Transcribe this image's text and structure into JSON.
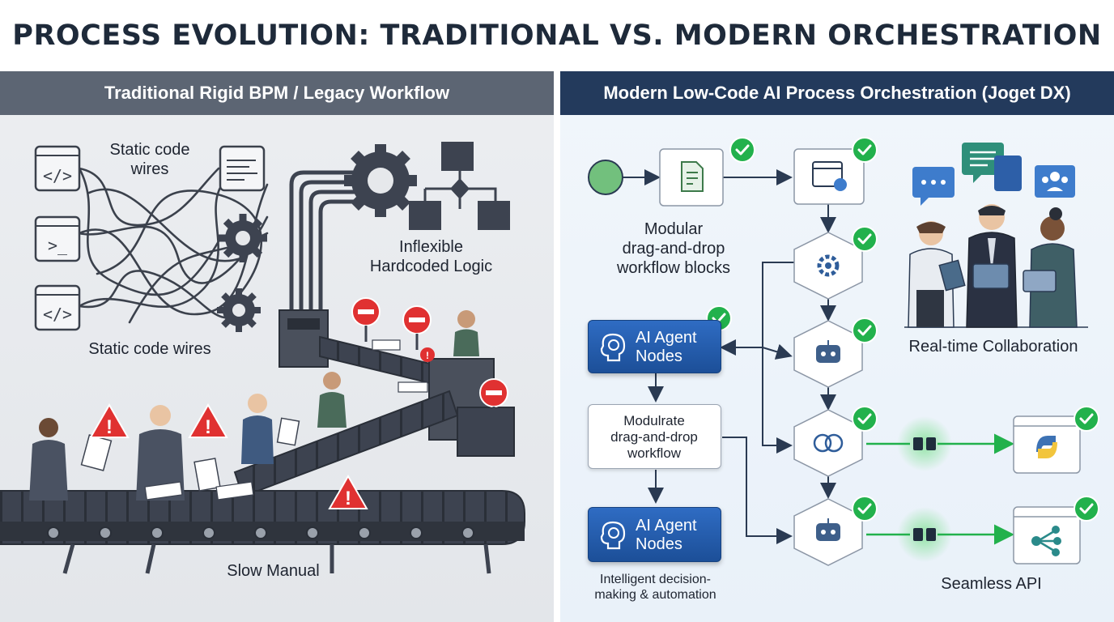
{
  "title": "PROCESS EVOLUTION: TRADITIONAL VS. MODERN ORCHESTRATION",
  "left": {
    "header": "Traditional Rigid BPM / Legacy Workflow",
    "labels": {
      "static_wires_top": "Static code\nwires",
      "static_wires_bottom": "Static code wires",
      "inflexible": "Inflexible\nHardcoded Logic",
      "slow_manual": "Slow Manual"
    },
    "icons": [
      "code-window-icon",
      "terminal-window-icon",
      "gear-icon",
      "warning-icon",
      "stop-sign-icon",
      "conveyor-belt-icon"
    ]
  },
  "right": {
    "header": "Modern Low-Code AI Process Orchestration (Joget DX)",
    "labels": {
      "modular": "Modular\ndrag-and-drop\nworkflow blocks",
      "collab": "Real-time Collaboration",
      "intelligent": "Intelligent decision-\nmaking & automation",
      "seamless": "Seamless API"
    },
    "blocks": {
      "ai_agent_1": "AI Agent\nNodes",
      "modulrate": "Modulrate\ndrag-and-drop\nworkflow",
      "ai_agent_2": "AI Agent\nNodes"
    },
    "icons": [
      "start-node-icon",
      "document-icon",
      "form-check-icon",
      "gear-hex-icon",
      "robot-icon",
      "brain-icon",
      "plug-icon",
      "python-icon",
      "share-icon",
      "checkmark-icon",
      "chat-bubble-icon",
      "team-icon"
    ]
  },
  "colors": {
    "left_header": "#5c6573",
    "right_header": "#233a5c",
    "ai_blue": "#1c4f98",
    "check_green": "#22b14c",
    "warning_red": "#e03131"
  }
}
